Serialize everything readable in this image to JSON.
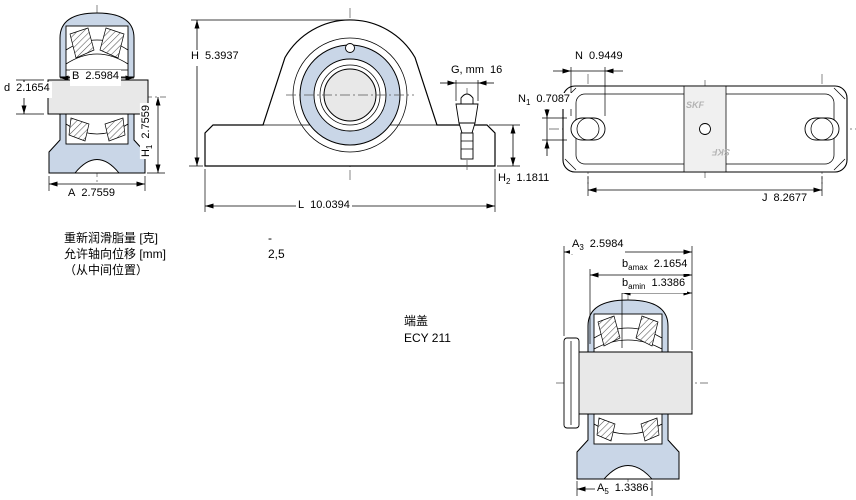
{
  "logo": "SKF",
  "dims": {
    "B": {
      "prefix": "B",
      "sub": "",
      "value": "2.5984"
    },
    "d": {
      "prefix": "d",
      "sub": "",
      "value": "2.1654"
    },
    "H1": {
      "prefix": "H",
      "sub": "1",
      "value": "2.7559"
    },
    "A": {
      "prefix": "A",
      "sub": "",
      "value": "2.7559"
    },
    "H": {
      "prefix": "H",
      "sub": "",
      "value": "5.3937"
    },
    "G": {
      "prefix": "G, mm",
      "sub": "",
      "value": "16"
    },
    "H2": {
      "prefix": "H",
      "sub": "2",
      "value": "1.1811"
    },
    "L": {
      "prefix": "L",
      "sub": "",
      "value": "10.0394"
    },
    "N": {
      "prefix": "N",
      "sub": "",
      "value": "0.9449"
    },
    "N1": {
      "prefix": "N",
      "sub": "1",
      "value": "0.7087"
    },
    "J": {
      "prefix": "J",
      "sub": "",
      "value": "8.2677"
    },
    "A3": {
      "prefix": "A",
      "sub": "3",
      "value": "2.5984"
    },
    "bamax": {
      "prefix": "b",
      "sub": "amax",
      "value": "2.1654"
    },
    "bamin": {
      "prefix": "b",
      "sub": "amin",
      "value": "1.3386"
    },
    "A5": {
      "prefix": "A",
      "sub": "5",
      "value": "1.3386"
    }
  },
  "specs": {
    "rows": [
      {
        "label": "重新润滑脂量 [克]",
        "value": "-"
      },
      {
        "label": "允许轴向位移 [mm]",
        "value": "2,5"
      },
      {
        "label": "（从中间位置）",
        "value": ""
      }
    ]
  },
  "endcap": {
    "label": "端盖",
    "value": "ECY 211"
  },
  "colors": {
    "housing_fill": "#c9d6e7",
    "shaft_fill": "#e8e8e8",
    "line": "#000000",
    "logo_gray": "#b3b3b3"
  }
}
